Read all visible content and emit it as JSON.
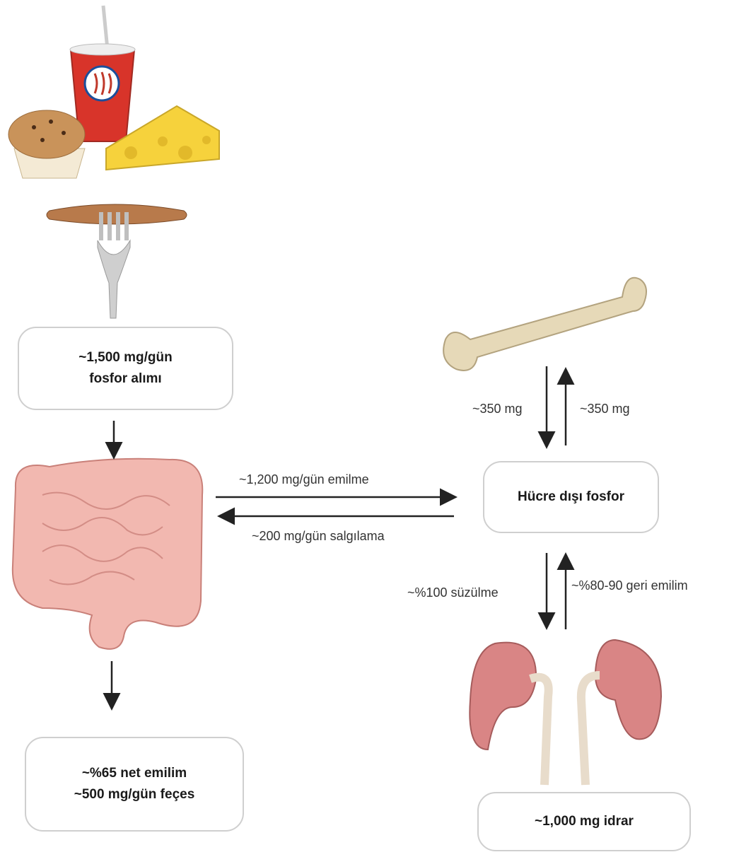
{
  "boxes": {
    "intake": {
      "line1": "~1,500 mg/gün",
      "line2": "fosfor alımı"
    },
    "feces": {
      "line1": "~%65 net emilim",
      "line2": "~500 mg/gün feçes"
    },
    "extracellular": {
      "line1": "Hücre dışı fosfor"
    },
    "urine": {
      "line1": "~1,000 mg idrar"
    }
  },
  "labels": {
    "absorption": "~1,200 mg/gün emilme",
    "secretion": "~200 mg/gün salgılama",
    "bone_down": "~350 mg",
    "bone_up": "~350 mg",
    "filtration": "~%100 süzülme",
    "reabsorption": "~%80-90 geri emilim"
  },
  "illustrations": [
    "food-icon",
    "fork-sausage-icon",
    "intestine-icon",
    "bone-icon",
    "kidneys-icon"
  ],
  "colors": {
    "arrow": "#222222",
    "box_border": "#cfcfcf",
    "intestine": "#f2b8b0",
    "kidney": "#d98585",
    "bone": "#e6d9b8"
  }
}
